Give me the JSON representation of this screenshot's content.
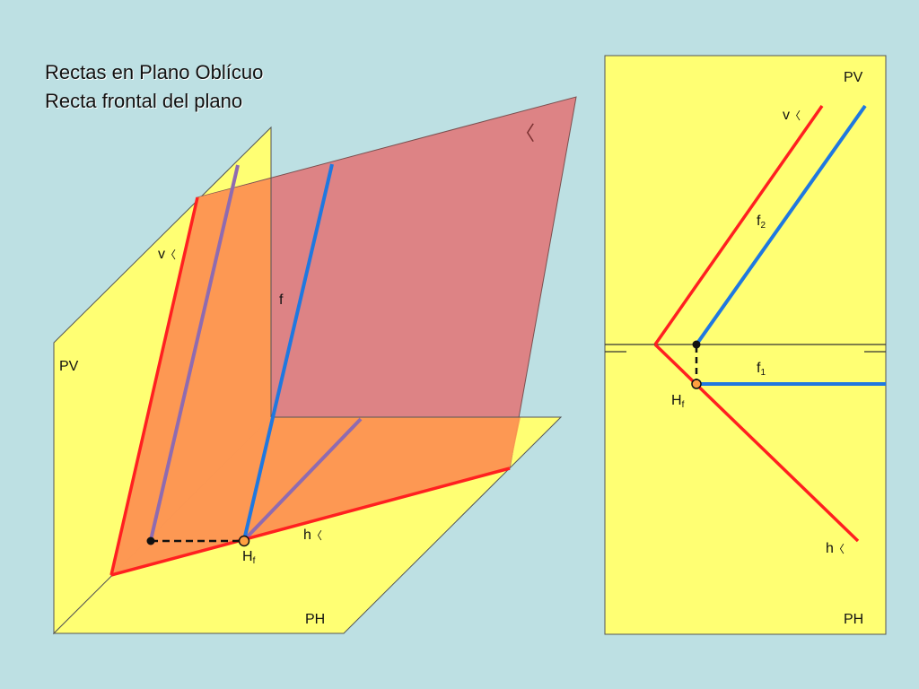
{
  "title": {
    "line1": "Rectas en Plano Oblícuo",
    "line2": "Recta frontal del plano"
  },
  "left_view": {
    "plane_symbol": "〈",
    "pv": "PV",
    "ph": "PH",
    "v_trace": {
      "base": "v",
      "mark": "〈"
    },
    "h_trace": {
      "base": "h",
      "mark": "〈"
    },
    "f_line": "f",
    "hf_point": {
      "base": "H",
      "sub": "f"
    }
  },
  "right_view": {
    "pv": "PV",
    "ph": "PH",
    "v_trace": {
      "base": "v",
      "mark": "〈"
    },
    "h_trace": {
      "base": "h",
      "mark": "〈"
    },
    "f2": {
      "base": "f",
      "sub": "2"
    },
    "f1": {
      "base": "f",
      "sub": "1"
    },
    "hf_point": {
      "base": "H",
      "sub": "f"
    }
  },
  "colors": {
    "background": "#bde0e3",
    "projection_plane": "#ffff73",
    "oblique_plane": "#e0797a",
    "plane_lower_part": "#ff9a50",
    "trace": "#ff2020",
    "frontal_line": "#1f78e0",
    "horizontal_projection": "#8f6bb0",
    "point_fill": "#ffa040"
  }
}
